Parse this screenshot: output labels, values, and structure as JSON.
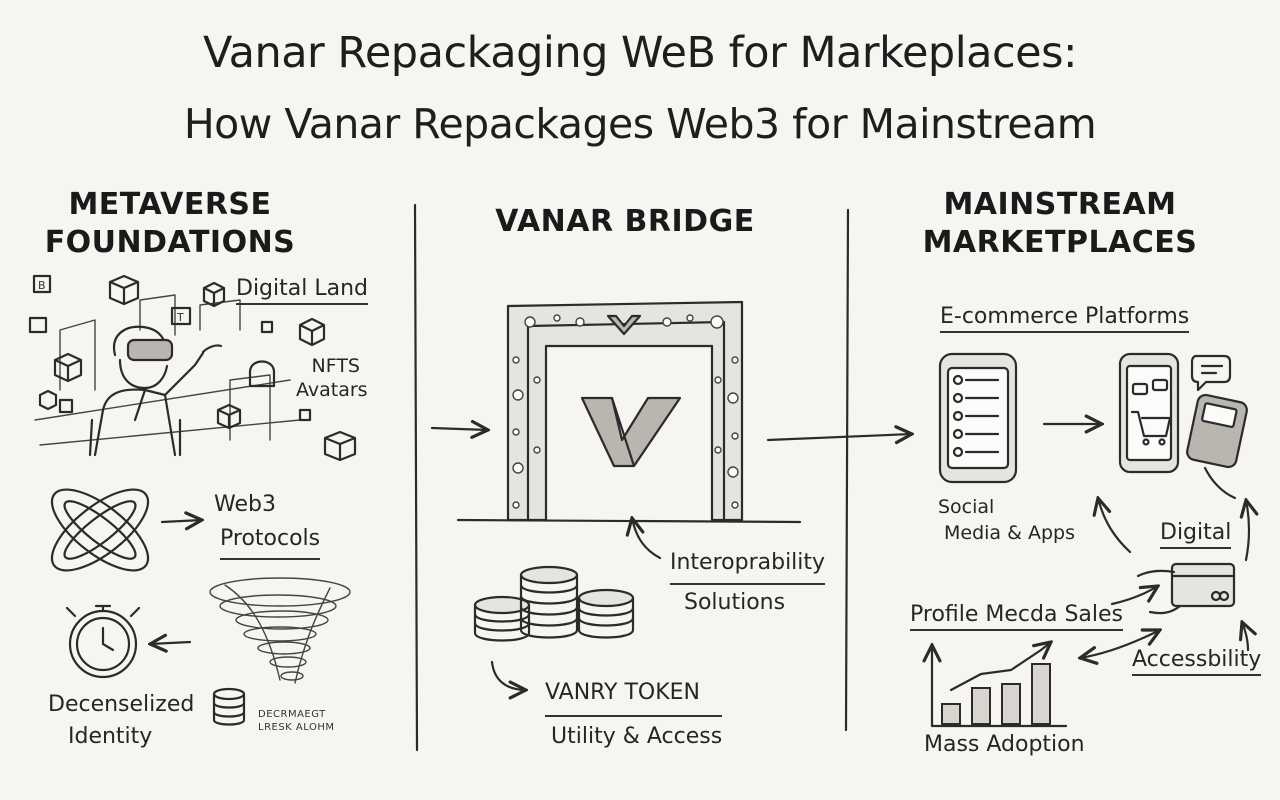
{
  "title": {
    "line1": "Vanar Repackaging WeB for Markeplaces:",
    "line2": "How Vanar Repackages Web3 for Mainstream"
  },
  "left": {
    "heading_line1": "METAVERSE",
    "heading_line2": "FOUNDATIONS",
    "digital_land": "Digital Land",
    "nfts_line1": "NFTS",
    "nfts_line2": "Avatars",
    "web3_line1": "Web3",
    "web3_line2": "Protocols",
    "identity_line1": "Decenselized",
    "identity_line2": "Identity",
    "db_line1": "DECRMAEGT",
    "db_line2": "LRESK ALOHM"
  },
  "center": {
    "heading": "VANAR BRIDGE",
    "interop_line1": "Interoprability",
    "interop_line2": "Solutions",
    "token_line1": "VANRY TOKEN",
    "token_line2": "Utility & Access"
  },
  "right": {
    "heading_line1": "MAINSTREAM",
    "heading_line2": "MARKETPLACES",
    "ecommerce": "E-commerce Platforms",
    "social_line1": "Social",
    "social_line2": "Media & Apps",
    "digital": "Digital",
    "profile_sales": "Profile Mecda Sales",
    "accessibility": "Accessbility",
    "mass_adoption": "Mass Adoption"
  },
  "chart_data": {
    "type": "bar",
    "categories": [
      "",
      "",
      "",
      ""
    ],
    "values": [
      25,
      45,
      50,
      75
    ],
    "title": "",
    "xlabel": "Mass Adoption",
    "ylabel": "",
    "ylim": [
      0,
      100
    ]
  },
  "colors": {
    "ink": "#2b2b2b",
    "paper": "#f6f5f1"
  },
  "icons": [
    "vr-user-icon",
    "cube-icon",
    "chain-link-icon",
    "stopwatch-icon",
    "tornado-icon",
    "database-icon",
    "bridge-gate-icon",
    "vanar-logo-icon",
    "coin-stack-icon",
    "smartphone-icon",
    "shopping-cart-icon",
    "card-terminal-icon",
    "credit-card-icon",
    "speech-bubble-icon",
    "bar-chart-icon"
  ]
}
